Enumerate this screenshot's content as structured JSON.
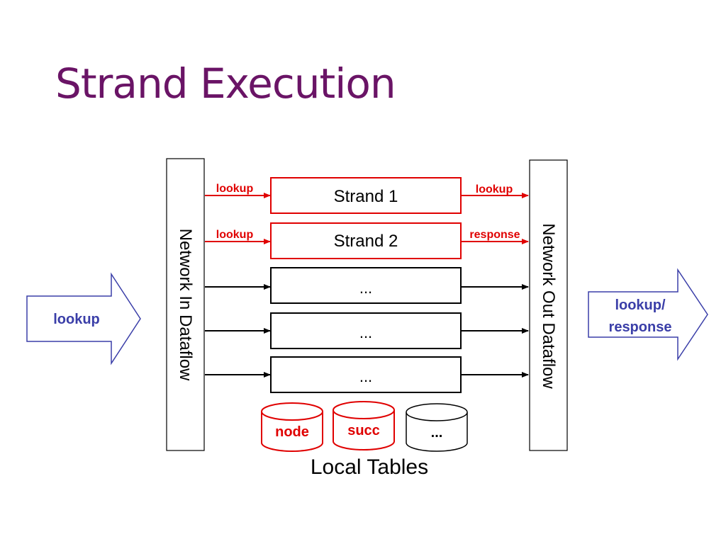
{
  "slide": {
    "title": "Strand Execution"
  },
  "colors": {
    "title": "#6a1466",
    "highlight": "#e00000",
    "io_arrow": "#3a3ea8",
    "io_text": "#3a3ea8"
  },
  "input_arrow": {
    "label": "lookup"
  },
  "output_arrow": {
    "line1": "lookup/",
    "line2": "response"
  },
  "network_in": {
    "label": "Network In Dataflow"
  },
  "network_out": {
    "label": "Network Out Dataflow"
  },
  "strands": [
    {
      "label": "Strand 1",
      "in_label": "lookup",
      "out_label": "lookup",
      "highlighted": true
    },
    {
      "label": "Strand 2",
      "in_label": "lookup",
      "out_label": "response",
      "highlighted": true
    },
    {
      "label": "...",
      "in_label": "",
      "out_label": "",
      "highlighted": false
    },
    {
      "label": "...",
      "in_label": "",
      "out_label": "",
      "highlighted": false
    },
    {
      "label": "...",
      "in_label": "",
      "out_label": "",
      "highlighted": false
    }
  ],
  "tables": [
    {
      "label": "node",
      "highlighted": true
    },
    {
      "label": "succ",
      "highlighted": true
    },
    {
      "label": "...",
      "highlighted": false
    }
  ],
  "local_tables": {
    "label": "Local Tables"
  }
}
